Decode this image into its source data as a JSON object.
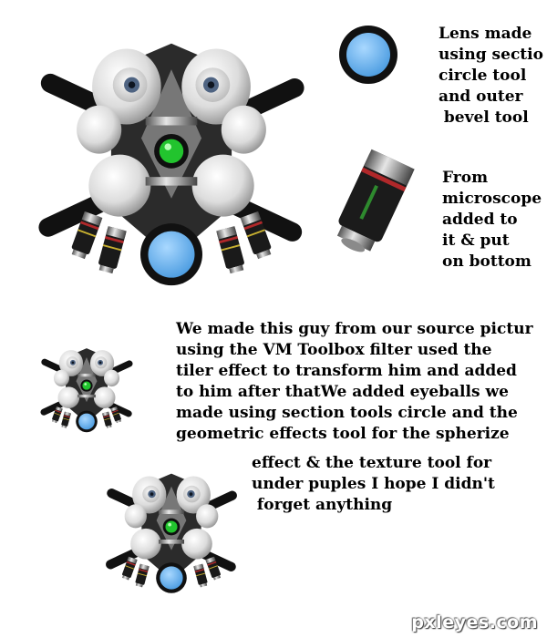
{
  "notes": {
    "lens": "Lens made\nusing sectio\ncircle tool\nand outer\n bevel tool",
    "microscope": "From\nmicroscope\nadded to\nit & put\non bottom",
    "main": "We made this guy from our source pictur\nusing the VM Toolbox filter used the\ntiler effect to transform him and added\nto him after thatWe added eyeballs we\nmade using section tools circle and the\ngeometric effects tool for the spherize",
    "main_continued": "effect & the texture tool for\nunder puples I hope I didn't\n forget anything"
  },
  "watermark": "pxleyes.com",
  "colors": {
    "lens_blue": "#6ab4f0",
    "eye_green": "#22c42e",
    "bar_black": "#111111",
    "metal": "#c8c8c8"
  },
  "icons": [
    "robot-creature-large",
    "lens-icon",
    "microscope-objective-icon",
    "robot-creature-small"
  ]
}
